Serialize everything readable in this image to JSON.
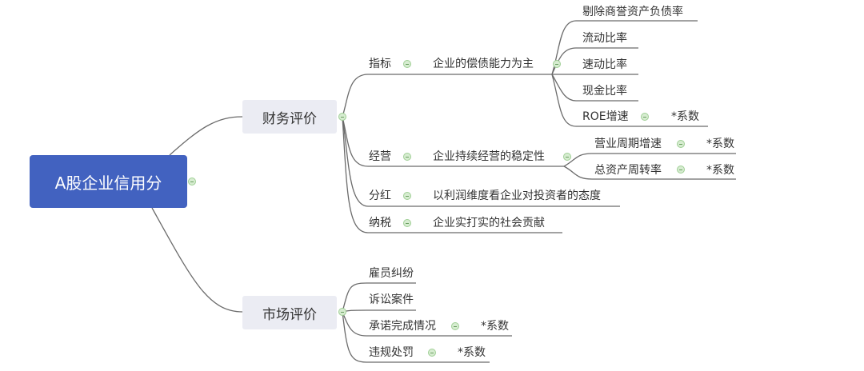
{
  "root": "A股企业信用分",
  "finance": {
    "label": "财务评价",
    "items": [
      {
        "label": "指标",
        "child": "企业的偿债能力为主",
        "subs": [
          "剔除商誉资产负债率",
          "流动比率",
          "速动比率",
          "现金比率",
          "ROE增速"
        ],
        "roe_note": "*系数"
      },
      {
        "label": "经营",
        "child": "企业持续经营的稳定性",
        "subs": [
          "营业周期增速",
          "总资产周转率"
        ],
        "notes": [
          "*系数",
          "*系数"
        ]
      },
      {
        "label": "分红",
        "child": "以利润维度看企业对投资者的态度"
      },
      {
        "label": "纳税",
        "child": "企业实打实的社会贡献"
      }
    ]
  },
  "market": {
    "label": "市场评价",
    "items": [
      {
        "label": "雇员纠纷"
      },
      {
        "label": "诉讼案件"
      },
      {
        "label": "承诺完成情况",
        "note": "*系数"
      },
      {
        "label": "违规处罚",
        "note": "*系数"
      }
    ]
  },
  "colors": {
    "root": "#4262c0",
    "main": "#ebecf3",
    "line": "#666666",
    "collapse": "#d6ecd0"
  }
}
